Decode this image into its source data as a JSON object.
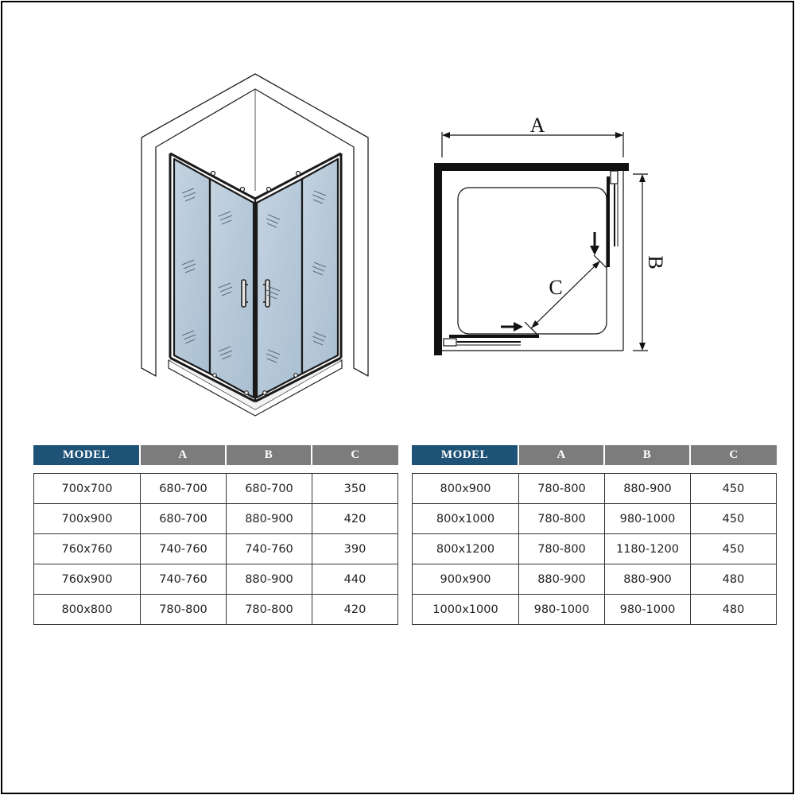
{
  "plan": {
    "label_a": "A",
    "label_b": "B",
    "label_c": "C"
  },
  "tables": {
    "headers": [
      "MODEL",
      "A",
      "B",
      "C"
    ],
    "left_rows": [
      [
        "700x700",
        "680-700",
        "680-700",
        "350"
      ],
      [
        "700x900",
        "680-700",
        "880-900",
        "420"
      ],
      [
        "760x760",
        "740-760",
        "740-760",
        "390"
      ],
      [
        "760x900",
        "740-760",
        "880-900",
        "440"
      ],
      [
        "800x800",
        "780-800",
        "780-800",
        "420"
      ]
    ],
    "right_rows": [
      [
        "800x900",
        "780-800",
        "880-900",
        "450"
      ],
      [
        "800x1000",
        "780-800",
        "980-1000",
        "450"
      ],
      [
        "800x1200",
        "780-800",
        "1180-1200",
        "450"
      ],
      [
        "900x900",
        "880-900",
        "880-900",
        "480"
      ],
      [
        "1000x1000",
        "980-1000",
        "980-1000",
        "480"
      ]
    ]
  },
  "colors": {
    "model_header": "#1e5276",
    "column_header": "#7c7c7c",
    "glass": "#b4c7d7"
  }
}
